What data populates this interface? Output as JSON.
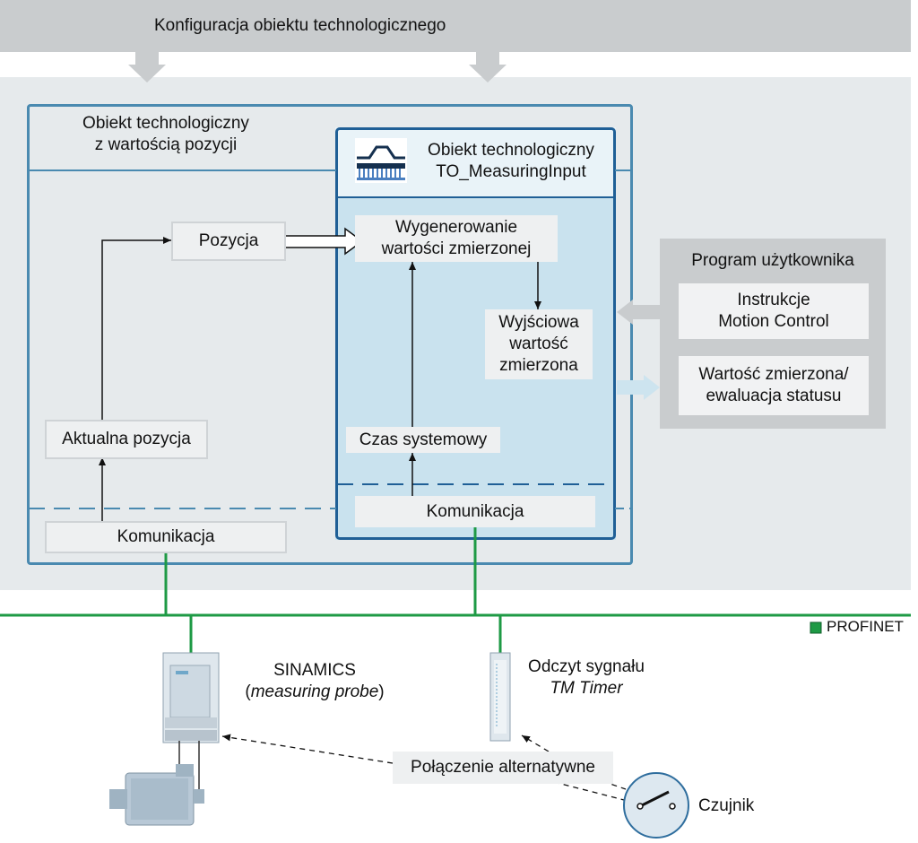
{
  "config_bar": {
    "title": "Konfiguracja obiektu technologicznego"
  },
  "position_object": {
    "title_line1": "Obiekt technologiczny",
    "title_line2": "z wartością pozycji",
    "position_label": "Pozycja",
    "actual_position_label": "Aktualna pozycja",
    "communication_label": "Komunikacja"
  },
  "measuring_object": {
    "title_line1": "Obiekt technologiczny",
    "title_line2": "TO_MeasuringInput",
    "icon": "measuring-input-icon",
    "generate_line1": "Wygenerowanie",
    "generate_line2": "wartości zmierzonej",
    "output_line1": "Wyjściowa",
    "output_line2": "wartość",
    "output_line3": "zmierzona",
    "system_time_label": "Czas systemowy",
    "communication_label": "Komunikacja"
  },
  "user_program": {
    "title": "Program użytkownika",
    "instr_line1": "Instrukcje",
    "instr_line2": "Motion Control",
    "eval_line1": "Wartość zmierzona/",
    "eval_line2": "ewaluacja statusu"
  },
  "network": {
    "label": "PROFINET",
    "color": "#1e9a45"
  },
  "devices": {
    "sinamics_line1": "SINAMICS",
    "sinamics_line2": "(measuring probe)",
    "tm_line1": "Odczyt sygnału",
    "tm_line2": "TM Timer",
    "alternative_label": "Połączenie alternatywne",
    "sensor_label": "Czujnik"
  },
  "colors": {
    "frame": "#4a8ab0",
    "frame_dark": "#1f5f96",
    "panel": "#e6eaec",
    "inner_panel": "#c9e2ee"
  }
}
